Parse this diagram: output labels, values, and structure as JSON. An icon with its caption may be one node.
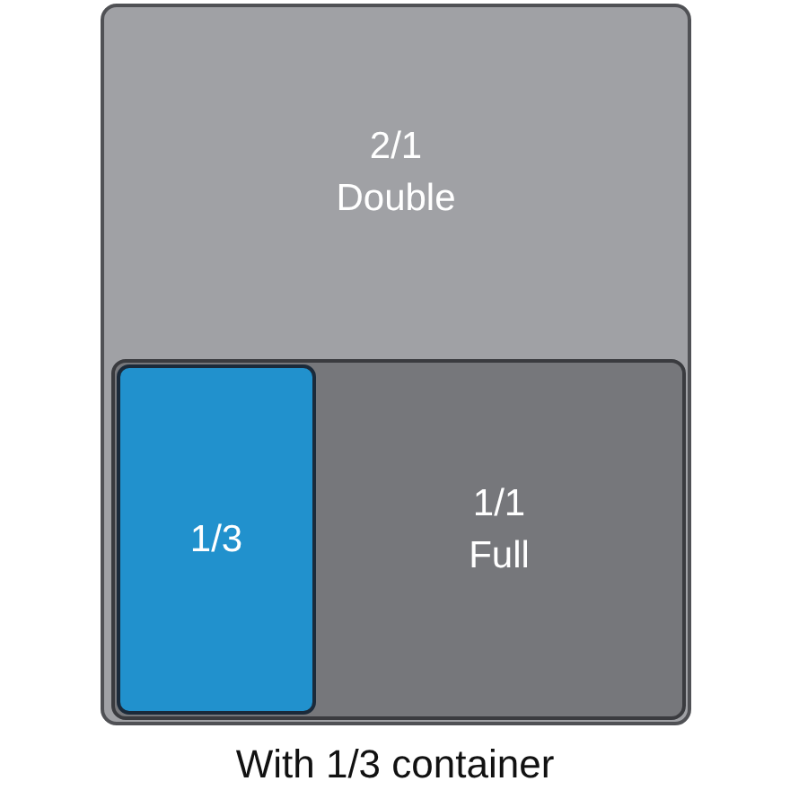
{
  "diagram": {
    "nodes": [
      {
        "text": [
          "2/1 Double"
        ]
      },
      {
        "text": [
          "1/1 Full"
        ],
        "in": 0
      },
      {
        "text": [
          "1/3"
        ],
        "in": 1
      }
    ],
    "caption": "With 1/3 container"
  }
}
